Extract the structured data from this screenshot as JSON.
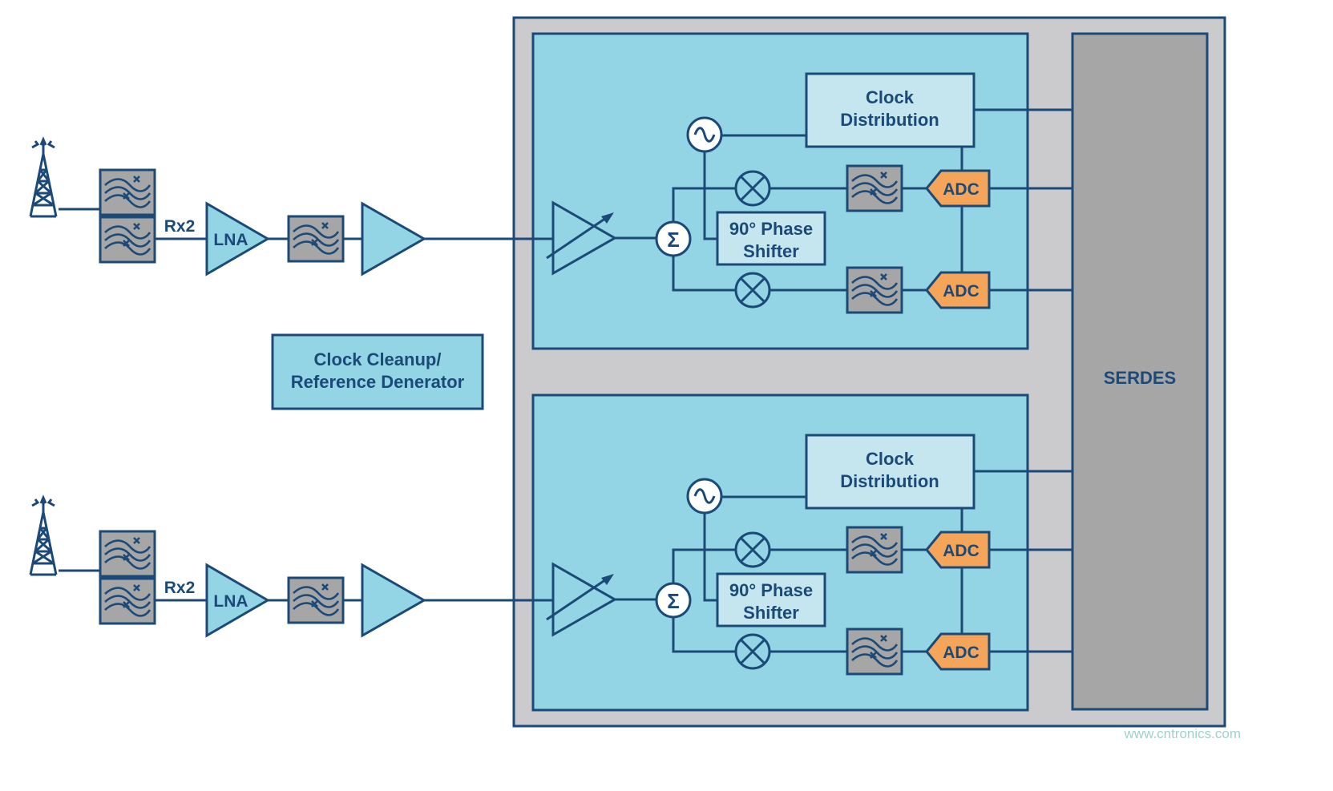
{
  "labels": {
    "rx2": "Rx2",
    "lna": "LNA",
    "clock_distribution_line1": "Clock",
    "clock_distribution_line2": "Distribution",
    "phase_shifter_line1": "90° Phase",
    "phase_shifter_line2": "Shifter",
    "adc": "ADC",
    "sum": "Σ",
    "clock_cleanup_line1": "Clock Cleanup/",
    "clock_cleanup_line2": "Reference Denerator",
    "serdes": "SERDES"
  },
  "watermark": "www.cntronics.com",
  "colors": {
    "line": "#1c4a78",
    "outer_panel": "#cbcbcd",
    "channel_panel": "#93d5e5",
    "serdes": "#a6a6a6",
    "filter": "#a6a6a6",
    "adc": "#f4a55a",
    "amplifier": "#93d5e5",
    "box": "#c5e6ef",
    "oscillator": "#ffffff"
  }
}
